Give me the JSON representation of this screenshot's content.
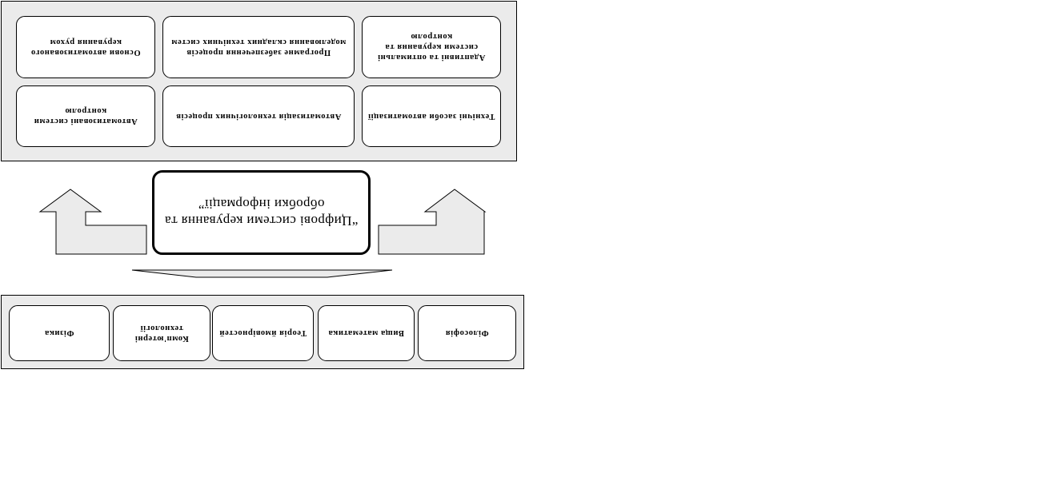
{
  "top_cards": [
    {
      "label": "Філософія"
    },
    {
      "label": "Вища математика"
    },
    {
      "label": "Теорія ймовірностей"
    },
    {
      "label": "Комп'ютерні технології"
    },
    {
      "label": "Фізика"
    }
  ],
  "center": {
    "label": "“Цифрові системи керування та обробки інформації”"
  },
  "bottom_cards": [
    {
      "label": "Технічні засоби автоматизації"
    },
    {
      "label": "Автоматизація технологічних процесів"
    },
    {
      "label": "Автоматизовані системи контролю"
    },
    {
      "label": "Адаптивні та оптимальні системи керування та контролю"
    },
    {
      "label": "Програмне забезпечення процесів моделювання складних технічних систем"
    },
    {
      "label": "Основи автоматизованого керування рухом"
    }
  ]
}
